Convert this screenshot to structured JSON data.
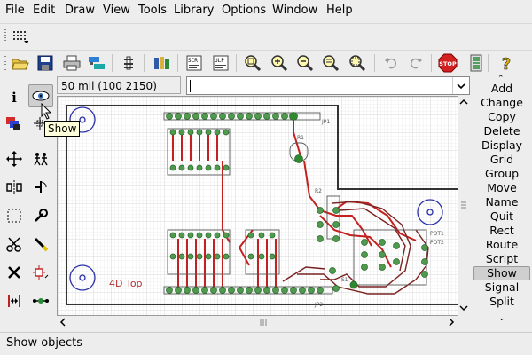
{
  "menu": [
    "File",
    "Edit",
    "Draw",
    "View",
    "Tools",
    "Library",
    "Options",
    "Window",
    "Help"
  ],
  "toolbar": {
    "icons": [
      "open-icon",
      "save-icon",
      "print-icon",
      "cam-icon",
      "layer-icon",
      "library-icon",
      "script-icon",
      "ulp-icon",
      "zoom-fit-icon",
      "zoom-in-icon",
      "zoom-out-icon",
      "zoom-redraw-icon",
      "zoom-select-icon",
      "undo-icon",
      "redo-icon",
      "stop-icon",
      "drc-icon",
      "help-icon"
    ],
    "stop_label": "STOP"
  },
  "coordinates": "50 mil (100 2150)",
  "command_input": {
    "value": ""
  },
  "tooltip": "Show",
  "commands": [
    "Add",
    "Change",
    "Copy",
    "Delete",
    "Display",
    "Grid",
    "Group",
    "Move",
    "Name",
    "Quit",
    "Rect",
    "Route",
    "Script",
    "Show",
    "Signal",
    "Split"
  ],
  "active_command": "Show",
  "canvas": {
    "label_text": "4D  Top",
    "part_labels": [
      "JP1",
      "JP2",
      "POT1",
      "POT2",
      "R1",
      "R2",
      "S1"
    ]
  },
  "status": "Show objects"
}
